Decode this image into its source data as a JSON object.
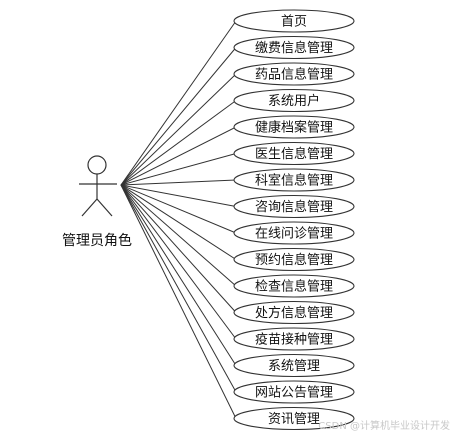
{
  "actor": {
    "label": "管理员角色"
  },
  "use_cases": [
    "首页",
    "缴费信息管理",
    "药品信息管理",
    "系统用户",
    "健康档案管理",
    "医生信息管理",
    "科室信息管理",
    "咨询信息管理",
    "在线问诊管理",
    "预约信息管理",
    "检查信息管理",
    "处方信息管理",
    "疫苗接种管理",
    "系统管理",
    "网站公告管理",
    "资讯管理"
  ],
  "watermark": "CSDN @计算机毕业设计开发",
  "colors": {
    "stroke": "#333333",
    "ellipse_fill": "#ffffff",
    "text": "#111111"
  }
}
